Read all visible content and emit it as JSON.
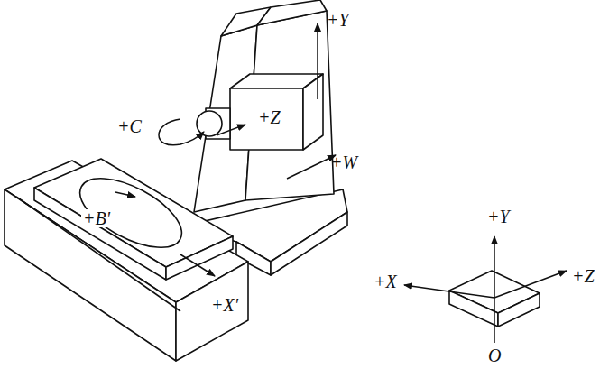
{
  "diagram": {
    "labels": [
      "+Y",
      "+C",
      "+Z",
      "+W",
      "+B'",
      "+X'",
      "+Y",
      "+X",
      "+Z",
      "O"
    ]
  }
}
